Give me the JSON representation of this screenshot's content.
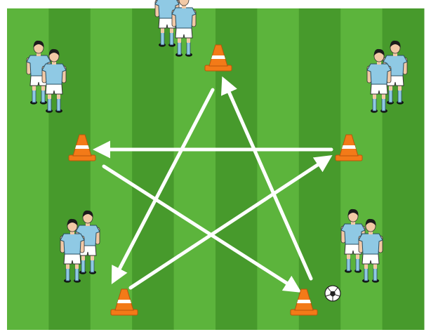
{
  "colors": {
    "grass_light": "#5cb43c",
    "grass_dark": "#479a2c",
    "arrow": "#ffffff",
    "cone": "#f37a18",
    "cone_band": "#ffffff",
    "shirt": "#8fc9e4",
    "shorts": "#ffffff",
    "skin": "#f2c9a6",
    "hair": "#1b1b1b",
    "socks": "#8fc9e4",
    "boots": "#111111"
  },
  "icons": {
    "cone": "training-cone-icon",
    "player": "player-icon",
    "ball": "soccer-ball-icon",
    "arrow": "pass-arrow"
  },
  "drill": {
    "stations": [
      {
        "id": "top",
        "cone": "cone-top",
        "players": 2
      },
      {
        "id": "left",
        "cone": "cone-left",
        "players": 2
      },
      {
        "id": "right",
        "cone": "cone-right",
        "players": 2
      },
      {
        "id": "bottom-left",
        "cone": "cone-bottom-left",
        "players": 2
      },
      {
        "id": "bottom-right",
        "cone": "cone-bottom-right",
        "players": 2,
        "has_ball": true
      }
    ],
    "passes": [
      {
        "from": "top",
        "to": "bottom-left"
      },
      {
        "from": "bottom-left",
        "to": "right"
      },
      {
        "from": "right",
        "to": "left"
      },
      {
        "from": "left",
        "to": "bottom-right"
      },
      {
        "from": "bottom-right",
        "to": "top"
      }
    ]
  }
}
